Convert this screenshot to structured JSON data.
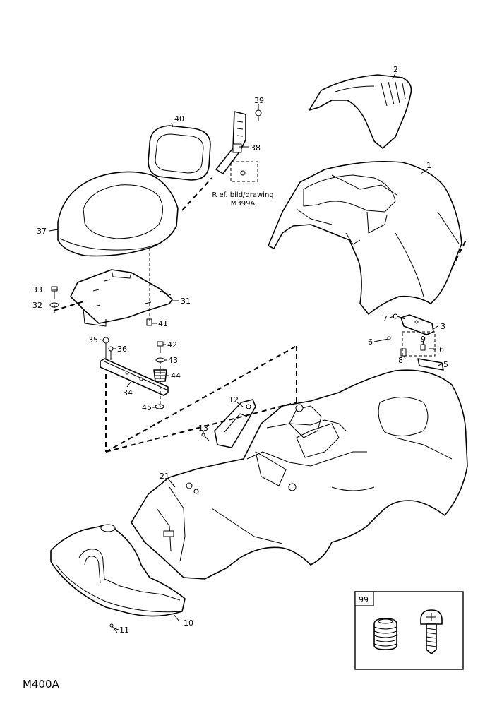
{
  "drawing_code": "M400A",
  "reference_note": [
    "R ef. bild/drawing",
    "M399A"
  ],
  "inset_label": "99",
  "callouts": {
    "c1": "1",
    "c2": "2",
    "c3": "3",
    "c5": "5",
    "c6a": "6",
    "c6b": "6",
    "c7": "7",
    "c8": "8",
    "c9": "9",
    "c10": "10",
    "c11": "11",
    "c12": "12",
    "c13": "13",
    "c21": "21",
    "c31": "31",
    "c32": "32",
    "c33": "33",
    "c34": "34",
    "c35": "35",
    "c36": "36",
    "c37": "37",
    "c38": "38",
    "c39": "39",
    "c40": "40",
    "c41": "41",
    "c42": "42",
    "c43": "43",
    "c44": "44",
    "c45": "45"
  }
}
